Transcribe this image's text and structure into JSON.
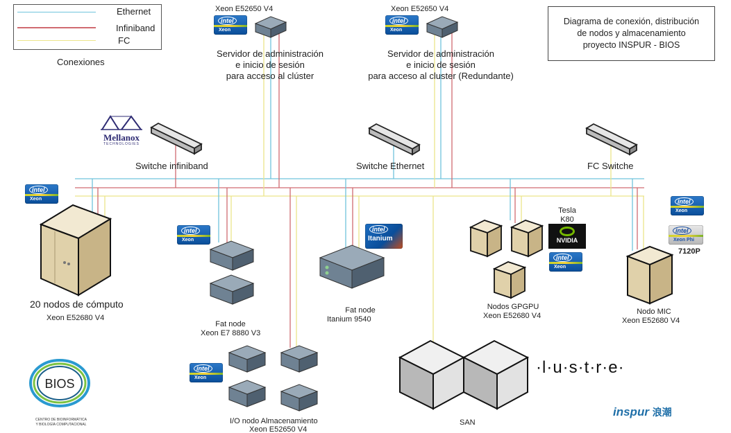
{
  "legend": {
    "title": "Conexiones",
    "items": [
      {
        "label": "Ethernet",
        "color": "#6fc3dc"
      },
      {
        "label": "Infiniband",
        "color": "#d06a70"
      },
      {
        "label": "FC",
        "color": "#ece58a"
      }
    ]
  },
  "title_box": {
    "lines": [
      "Diagrama de conexión, distribución",
      "de nodos y almacenamiento",
      "proyecto INSPUR - BIOS"
    ]
  },
  "admin_servers": [
    {
      "cpu": "Xeon E52650 V4",
      "lines": [
        "Servidor de administración",
        "e inicio de sesión",
        "para acceso al clúster"
      ]
    },
    {
      "cpu": "Xeon E52650 V4",
      "lines": [
        "Servidor de administración",
        "e inicio de sesión",
        "para acceso al cluster (Redundante)"
      ]
    }
  ],
  "switches": {
    "infiniband": "Switche infiniband",
    "ethernet": "Switche Ethernet",
    "fc": "FC Switche"
  },
  "vendors": {
    "mellanox": "Mellanox",
    "mellanox_sub": "TECHNOLOGIES",
    "intel_brand": "intel",
    "xeon": "Xeon",
    "itanium": "Itanium",
    "xeon_phi": "Xeon Phi",
    "nvidia": "NVIDIA",
    "lustre": "·l·u·s·t·r·e·",
    "inspur": "inspur",
    "inspur_cn": "浪潮",
    "bios": "BIOS",
    "bios_sub": [
      "CENTRO DE BIOINFORMÁTICA",
      "Y BIOLOGÍA COMPUTACIONAL"
    ]
  },
  "nodes": {
    "compute": {
      "title": "20 nodos de cómputo",
      "cpu": "Xeon E52680 V4"
    },
    "fat_xeon": {
      "title": "Fat node",
      "cpu": "Xeon E7 8880 V3"
    },
    "fat_itanium": {
      "title": "Fat node",
      "cpu": "Itanium 9540"
    },
    "gpgpu": {
      "title": "Nodos GPGPU",
      "cpu": "Xeon E52680 V4",
      "gpu_line1": "Tesla",
      "gpu_line2": "K80"
    },
    "mic": {
      "title": "Nodo MIC",
      "cpu": "Xeon E52680 V4",
      "coproc": "7120P"
    },
    "io": {
      "title": "I/O nodo Almacenamiento",
      "cpu": "Xeon E52650 V4"
    },
    "san": {
      "title": "SAN"
    }
  }
}
